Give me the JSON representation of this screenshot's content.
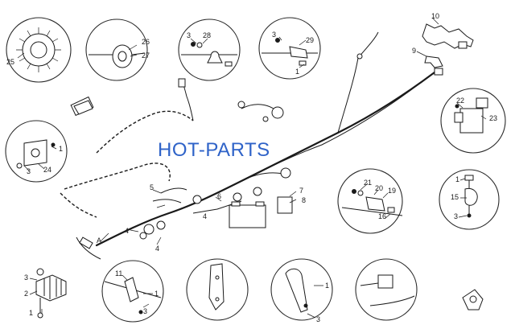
{
  "watermark": "HOT-PARTS",
  "callouts": {
    "c25": "25",
    "c26": "26",
    "c27": "27",
    "c3a": "3",
    "c28": "28",
    "c3b": "3",
    "c29": "29",
    "c1a": "1",
    "c10": "10",
    "c9": "9",
    "c22": "22",
    "c23": "23",
    "c1b": "1",
    "c3c": "3",
    "c24": "24",
    "c5": "5",
    "c6": "6",
    "c7": "7",
    "c8": "8",
    "c4a": "4",
    "c4b": "4",
    "c4c": "4",
    "cA": "A",
    "c21": "21",
    "c20": "20",
    "c19": "19",
    "c16": "16",
    "c1c": "1",
    "c15": "15",
    "c3d": "3",
    "c3e": "3",
    "c2": "2",
    "c1d": "1",
    "c11": "11",
    "c1e": "1",
    "c3f": "3",
    "c1f": "1",
    "c3g": "3"
  }
}
